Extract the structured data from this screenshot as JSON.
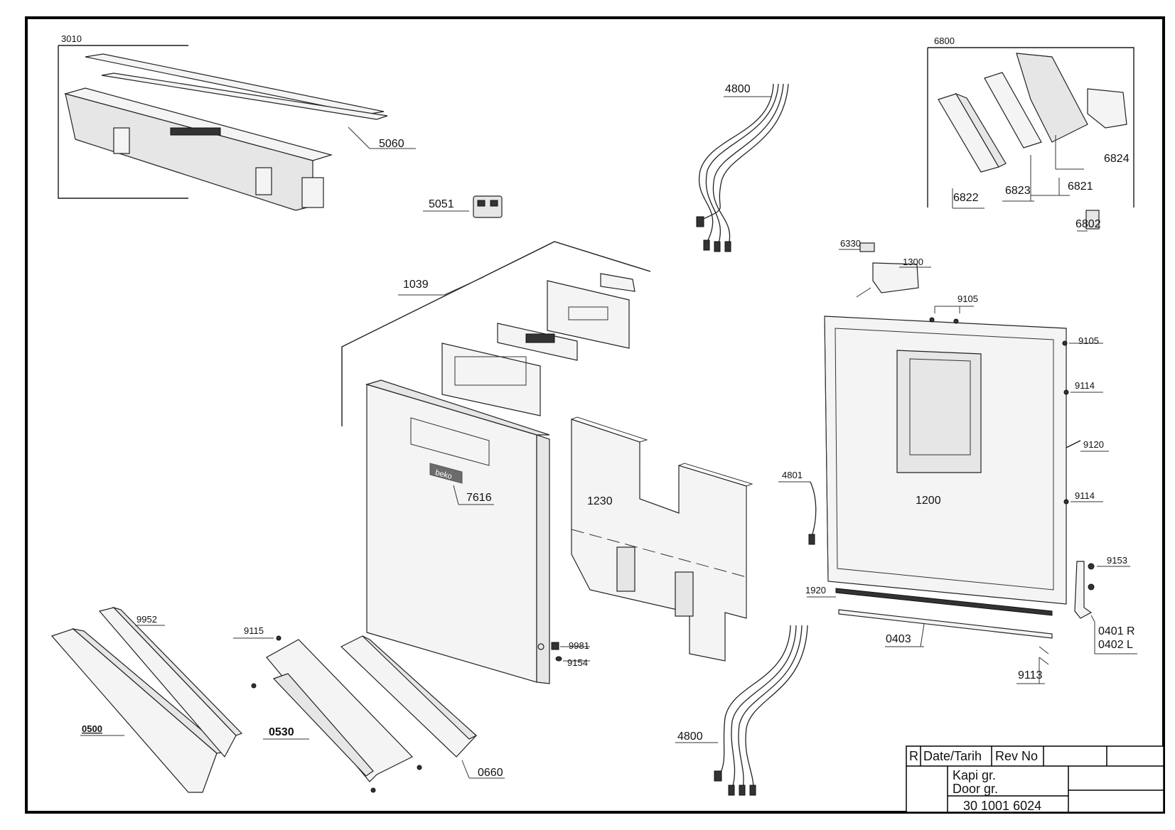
{
  "parts": [
    {
      "code": "3010"
    },
    {
      "code": "5060"
    },
    {
      "code": "5051"
    },
    {
      "code": "4800"
    },
    {
      "code": "6800"
    },
    {
      "code": "6824"
    },
    {
      "code": "6822"
    },
    {
      "code": "6823"
    },
    {
      "code": "6821"
    },
    {
      "code": "6802"
    },
    {
      "code": "6330"
    },
    {
      "code": "1300"
    },
    {
      "code": "1039"
    },
    {
      "code": "9105"
    },
    {
      "code": "9105"
    },
    {
      "code": "9114"
    },
    {
      "code": "9120"
    },
    {
      "code": "9114"
    },
    {
      "code": "4801"
    },
    {
      "code": "1200"
    },
    {
      "code": "7616"
    },
    {
      "code": "1230"
    },
    {
      "code": "9153"
    },
    {
      "code": "1920"
    },
    {
      "code": "0403"
    },
    {
      "code": "0401 R"
    },
    {
      "code": "0402 L"
    },
    {
      "code": "9113"
    },
    {
      "code": "9952"
    },
    {
      "code": "9115"
    },
    {
      "code": "9981"
    },
    {
      "code": "9154"
    },
    {
      "code": "0500"
    },
    {
      "code": "0530"
    },
    {
      "code": "0660"
    },
    {
      "code": "4800"
    }
  ],
  "brand_logo": "beko",
  "title_block": {
    "col_r": "R",
    "col_date": "Date/Tarih",
    "col_rev": "Rev No",
    "title_line1": "Kapi gr.",
    "title_line2": "Door gr.",
    "drawing_no": "30 1001 6024"
  }
}
